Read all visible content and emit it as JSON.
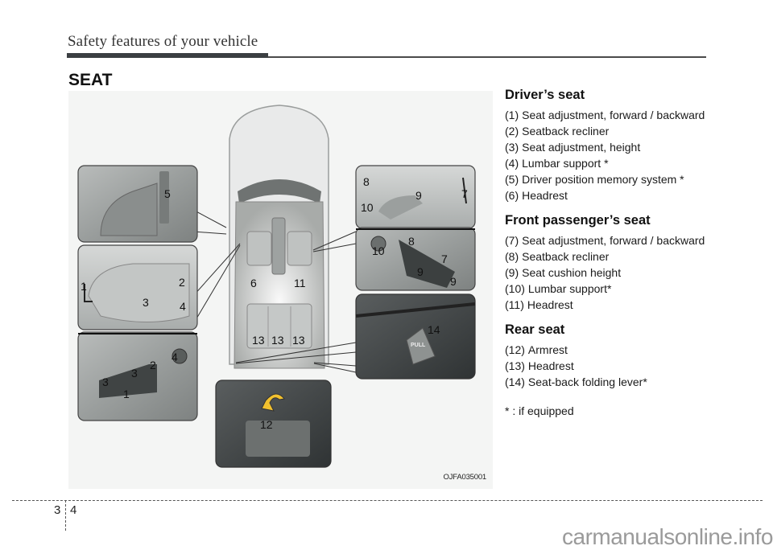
{
  "header": {
    "running_title": "Safety features of your vehicle",
    "section_title": "SEAT"
  },
  "figure": {
    "code": "OJFA035001",
    "callouts": {
      "door_panel": [
        "5"
      ],
      "driver_seat_side": [
        "1",
        "2",
        "3",
        "4"
      ],
      "driver_switch_panel": [
        "1",
        "2",
        "3",
        "3",
        "4"
      ],
      "passenger_seat_side": [
        "7",
        "8",
        "9",
        "10"
      ],
      "passenger_switch_panel": [
        "7",
        "8",
        "9",
        "9",
        "10"
      ],
      "rear_lever": [
        "14"
      ],
      "car_overview": [
        "6",
        "11",
        "13",
        "13",
        "13"
      ],
      "rear_armrest": [
        "12"
      ]
    },
    "lever_label": "PULL"
  },
  "sections": [
    {
      "title": "Driver’s seat",
      "items": [
        {
          "num": "(1)",
          "text": "Seat adjustment, forward / backward"
        },
        {
          "num": "(2)",
          "text": "Seatback recliner"
        },
        {
          "num": "(3)",
          "text": "Seat adjustment, height"
        },
        {
          "num": "(4)",
          "text": "Lumbar support *"
        },
        {
          "num": "(5)",
          "text": "Driver position memory system *"
        },
        {
          "num": "(6)",
          "text": "Headrest"
        }
      ]
    },
    {
      "title": "Front passenger’s seat",
      "items": [
        {
          "num": "(7)",
          "text": "Seat adjustment, forward / backward"
        },
        {
          "num": "(8)",
          "text": "Seatback recliner"
        },
        {
          "num": "(9)",
          "text": "Seat cushion height"
        },
        {
          "num": "(10)",
          "text": "Lumbar support*"
        },
        {
          "num": "(11)",
          "text": "Headrest"
        }
      ]
    },
    {
      "title": "Rear seat",
      "items": [
        {
          "num": "(12)",
          "text": "Armrest"
        },
        {
          "num": "(13)",
          "text": "Headrest"
        },
        {
          "num": "(14)",
          "text": "Seat-back folding lever*"
        }
      ]
    }
  ],
  "note": "* : if equipped",
  "footer": {
    "chapter": "3",
    "page": "4"
  },
  "watermark": "carmanualsonline.info"
}
